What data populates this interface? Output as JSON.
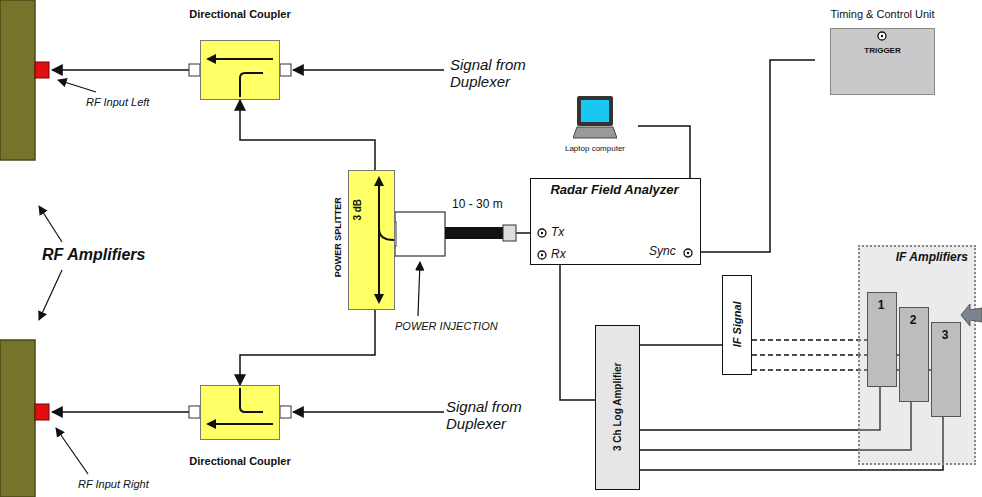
{
  "diagram": {
    "nodes": [
      {
        "text": [
          "Directional Coupler"
        ]
      },
      {
        "text": [
          "POWER SPLITTER",
          "3 dB"
        ]
      },
      {
        "text": [
          "Directional Coupler"
        ]
      },
      {
        "text": [
          "Laptop computer"
        ]
      },
      {
        "text": [
          "Radar Field Analyzer",
          "Tx",
          "Rx",
          "Sync"
        ]
      },
      {
        "text": [
          "Timing & Control Unit",
          "TRIGGER"
        ]
      },
      {
        "text": [
          "IF Signal"
        ]
      },
      {
        "text": [
          "IF Amplifiers"
        ]
      },
      {
        "text": [
          "1"
        ],
        "in": 7
      },
      {
        "text": [
          "2"
        ],
        "in": 7
      },
      {
        "text": [
          "3"
        ],
        "in": 7
      },
      {
        "text": [
          "3 Ch Log Amplifier"
        ]
      }
    ],
    "edges": [
      {
        "from": 1,
        "to": 0,
        "arrow": "to"
      },
      {
        "from": 1,
        "to": 2,
        "arrow": "to"
      },
      {
        "from": 4,
        "to": 1,
        "arrow": "none"
      },
      {
        "from": 3,
        "to": 4,
        "arrow": "none"
      },
      {
        "from": 5,
        "to": 4,
        "arrow": "none"
      },
      {
        "from": 4,
        "to": 11,
        "arrow": "none"
      },
      {
        "from": 11,
        "to": 6,
        "arrow": "none"
      },
      {
        "from": 11,
        "to": 8,
        "arrow": "none"
      },
      {
        "from": 11,
        "to": 9,
        "arrow": "none"
      },
      {
        "from": 11,
        "to": 10,
        "arrow": "none"
      },
      {
        "from": 6,
        "to": 8,
        "arrow": "none"
      },
      {
        "from": 6,
        "to": 9,
        "arrow": "none"
      },
      {
        "from": 6,
        "to": 10,
        "arrow": "none"
      }
    ],
    "labels": [
      "Signal from Duplexer",
      "Signal from Duplexer",
      "RF Input Left",
      "RF Input Right",
      "RF Amplifiers",
      "POWER INJECTION",
      "10 - 30 m"
    ]
  }
}
